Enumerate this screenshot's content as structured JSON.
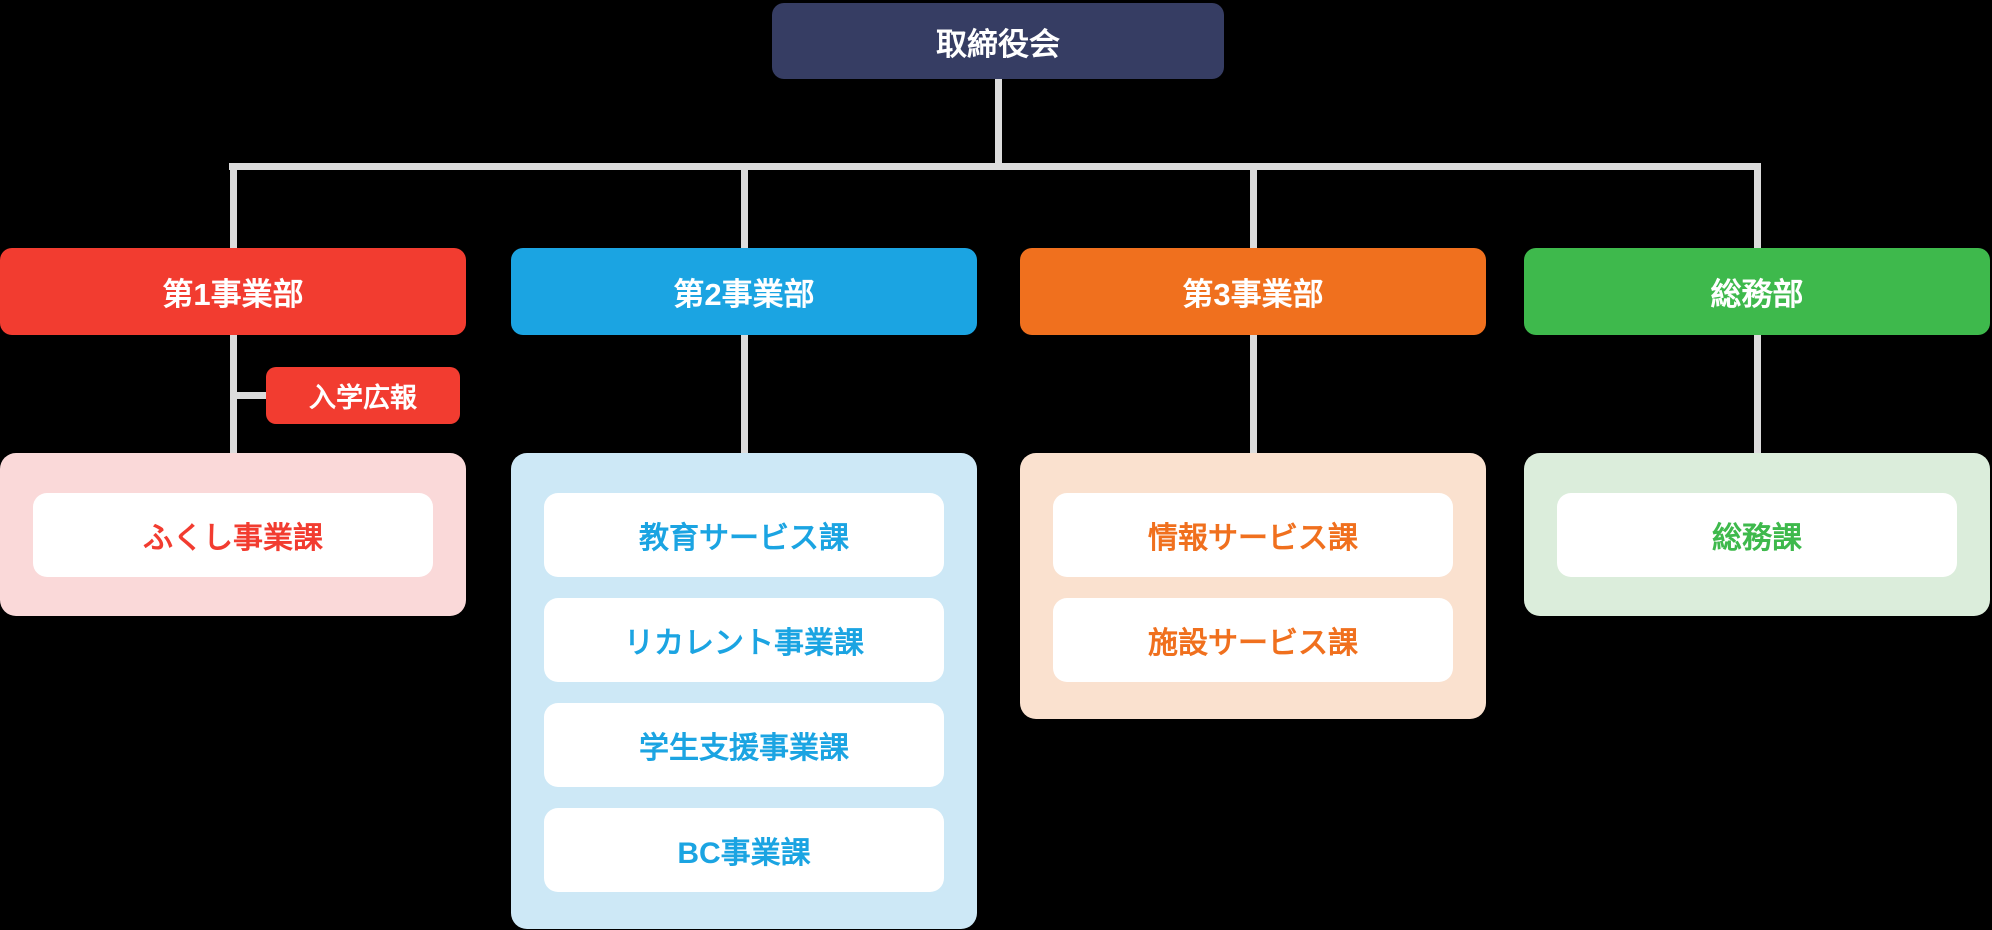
{
  "root_label": "取締役会",
  "columns": [
    {
      "title": "第1事業部",
      "side_branch": "入学広報",
      "children": [
        "ふくし事業課"
      ],
      "color": "#F23C30",
      "panel_color": "#FAD9D9"
    },
    {
      "title": "第2事業部",
      "children": [
        "教育サービス課",
        "リカレント事業課",
        "学生支援事業課",
        "BC事業課"
      ],
      "color": "#1BA4E2",
      "panel_color": "#CDE8F6"
    },
    {
      "title": "第3事業部",
      "children": [
        "情報サービス課",
        "施設サービス課"
      ],
      "color": "#F0701E",
      "panel_color": "#FAE1CF"
    },
    {
      "title": "総務部",
      "children": [
        "総務課"
      ],
      "color": "#3EB94C",
      "panel_color": "#DBEDDB"
    }
  ],
  "colors": {
    "root_box": "#363D63",
    "connector_line": "#DCDCDC",
    "text_on_color": "#FFFFFF",
    "background": "#000000"
  }
}
